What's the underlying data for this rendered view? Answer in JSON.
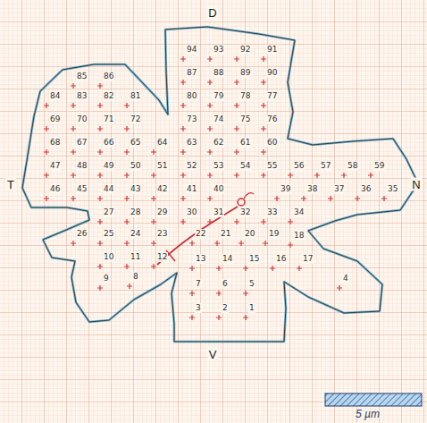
{
  "diagram": {
    "labels": [
      "D",
      "T",
      "N",
      "V",
      "5 µm",
      "1",
      "2",
      "3",
      "4",
      "5",
      "6",
      "7",
      "8",
      "9",
      "10",
      "11",
      "12",
      "13",
      "14",
      "15",
      "16",
      "17",
      "18",
      "19",
      "20",
      "21",
      "22",
      "23",
      "24",
      "25",
      "26",
      "27",
      "28",
      "29",
      "30",
      "31",
      "32",
      "33",
      "34",
      "35",
      "36",
      "37",
      "38",
      "39",
      "40",
      "41",
      "42",
      "43",
      "44",
      "45",
      "46",
      "47",
      "48",
      "49",
      "50",
      "51",
      "52",
      "53",
      "54",
      "55",
      "56",
      "57",
      "58",
      "59",
      "60",
      "61",
      "62",
      "63",
      "64",
      "65",
      "66",
      "67",
      "68",
      "69",
      "70",
      "71",
      "72",
      "73",
      "74",
      "75",
      "76",
      "77",
      "78",
      "79",
      "80",
      "81",
      "82",
      "83",
      "84",
      "85",
      "86",
      "87",
      "88",
      "89",
      "90",
      "91",
      "92",
      "93",
      "94"
    ]
  }
}
